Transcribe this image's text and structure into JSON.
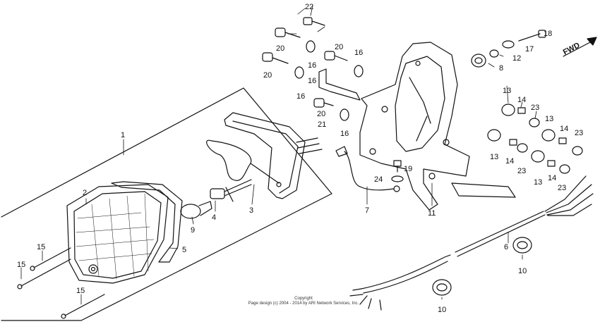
{
  "labels": {
    "p1": "1",
    "p2": "2",
    "p3": "3",
    "p4": "4",
    "p5": "5",
    "p6": "6",
    "p7": "7",
    "p8": "8",
    "p9": "9",
    "p10a": "10",
    "p10b": "10",
    "p11": "11",
    "p12": "12",
    "p13a": "13",
    "p13b": "13",
    "p13c": "13",
    "p13d": "13",
    "p14a": "14",
    "p14b": "14",
    "p14c": "14",
    "p14d": "14",
    "p15a": "15",
    "p15b": "15",
    "p15c": "15",
    "p16a": "16",
    "p16b": "16",
    "p16c": "16",
    "p16d": "16",
    "p16e": "16",
    "p17": "17",
    "p18": "18",
    "p19": "19",
    "p20a": "20",
    "p20b": "20",
    "p20c": "20",
    "p20d": "20",
    "p21": "21",
    "p22": "22",
    "p23a": "23",
    "p23b": "23",
    "p23c": "23",
    "p23d": "23",
    "p24": "24"
  },
  "fwd": "FWD",
  "copyright": {
    "line1": "Copyright",
    "line2": "Page design (c) 2004 - 2014 by ARI Network Services, Inc."
  }
}
